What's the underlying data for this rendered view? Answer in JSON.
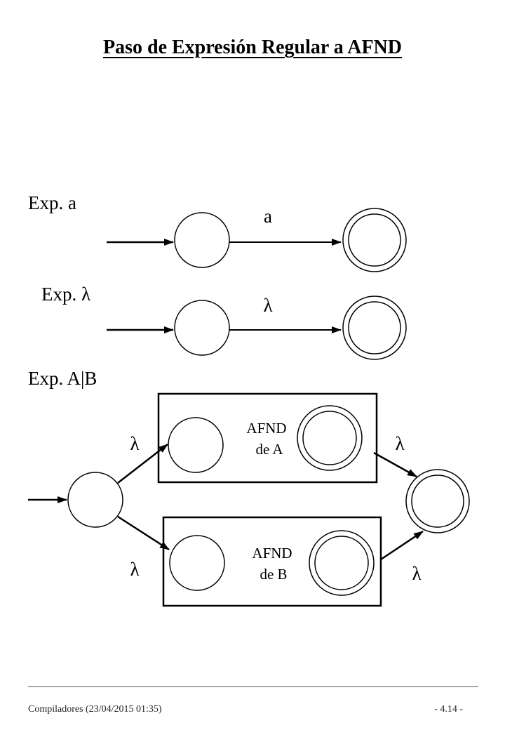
{
  "title": "Paso de Expresión Regular a AFND",
  "sections": {
    "exp_a": {
      "label": "Exp. a",
      "transition_label": "a"
    },
    "exp_lambda": {
      "label": "Exp. λ",
      "transition_label": "λ"
    },
    "exp_union": {
      "label": "Exp. A|B",
      "box_a": {
        "line1": "AFND",
        "line2": "de A"
      },
      "box_b": {
        "line1": "AFND",
        "line2": "de B"
      },
      "lambda_in_a": "λ",
      "lambda_in_b": "λ",
      "lambda_out_a": "λ",
      "lambda_out_b": "λ"
    }
  },
  "footer": {
    "left": "Compiladores (23/04/2015 01:35)",
    "right": "- 4.14 -"
  }
}
